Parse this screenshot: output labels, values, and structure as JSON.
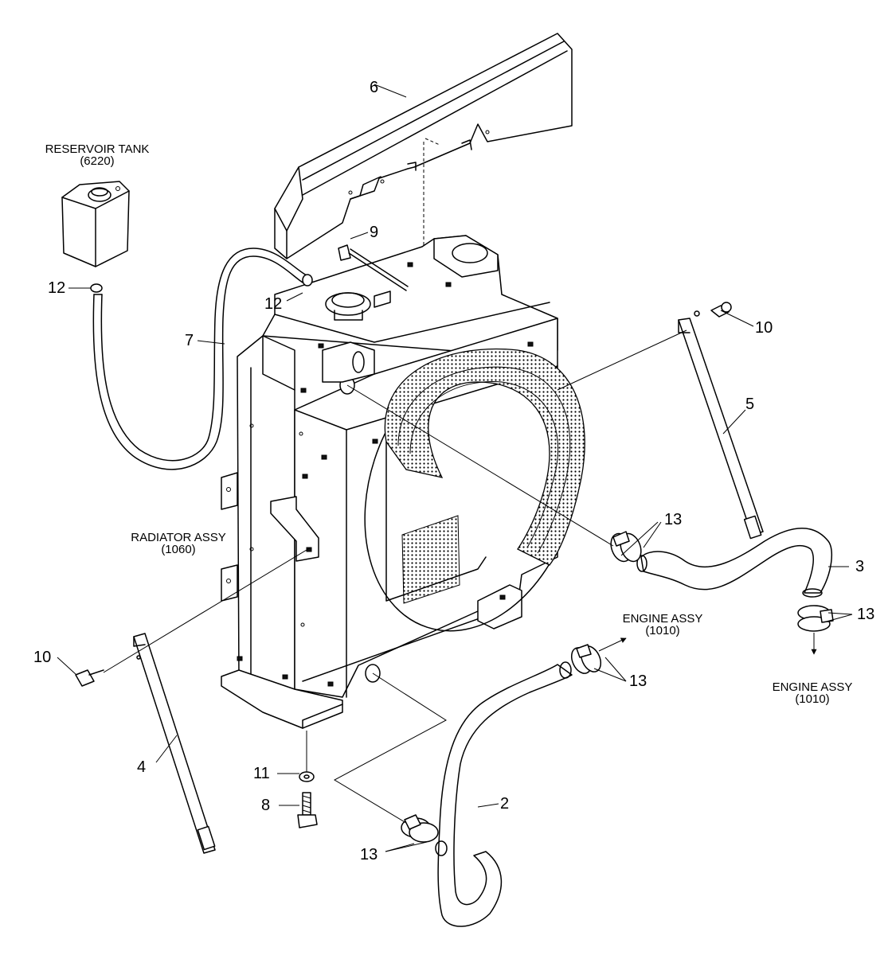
{
  "labels": {
    "reservoir_tank": "RESERVOIR TANK",
    "reservoir_tank_code": "(6220)",
    "radiator_assy": "RADIATOR ASSY",
    "radiator_assy_code": "(1060)",
    "engine_assy_upper": "ENGINE ASSY",
    "engine_assy_upper_code": "(1010)",
    "engine_assy_lower": "ENGINE ASSY",
    "engine_assy_lower_code": "(1010)"
  },
  "callouts": {
    "p6": "6",
    "p9": "9",
    "p12_left": "12",
    "p12_right": "12",
    "p7": "7",
    "p10_right": "10",
    "p5": "5",
    "p13_upper": "13",
    "p3": "3",
    "p13_right": "13",
    "p13_mid": "13",
    "p10_left": "10",
    "p4": "4",
    "p11": "11",
    "p8": "8",
    "p2": "2",
    "p13_bottom": "13"
  },
  "colors": {
    "line": "#000000",
    "background": "#ffffff",
    "shade": "#e6e6e6"
  }
}
